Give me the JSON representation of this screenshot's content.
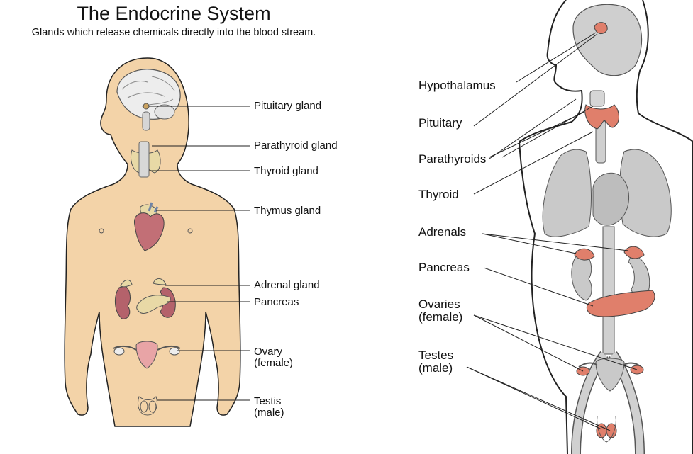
{
  "left_panel": {
    "title": "The Endocrine System",
    "subtitle": "Glands which release chemicals directly into the blood stream.",
    "labels": {
      "pituitary": "Pituitary gland",
      "parathyroid": "Parathyroid gland",
      "thyroid": "Thyroid gland",
      "thymus": "Thymus gland",
      "adrenal": "Adrenal gland",
      "pancreas": "Pancreas",
      "ovary_1": "Ovary",
      "ovary_2": "(female)",
      "testis_1": "Testis",
      "testis_2": "(male)"
    }
  },
  "right_panel": {
    "labels": {
      "hypothalamus": "Hypothalamus",
      "pituitary": "Pituitary",
      "parathyroids": "Parathyroids",
      "thyroid": "Thyroid",
      "adrenals": "Adrenals",
      "pancreas": "Pancreas",
      "ovaries_1": "Ovaries",
      "ovaries_2": "(female)",
      "testes_1": "Testes",
      "testes_2": "(male)"
    }
  },
  "colors": {
    "skin": "#f3d3a8",
    "gland": "#e8d9a6",
    "organ": "#c26f76",
    "body_gray": "#c9c9c9",
    "gland_red": "#e07f6b"
  }
}
